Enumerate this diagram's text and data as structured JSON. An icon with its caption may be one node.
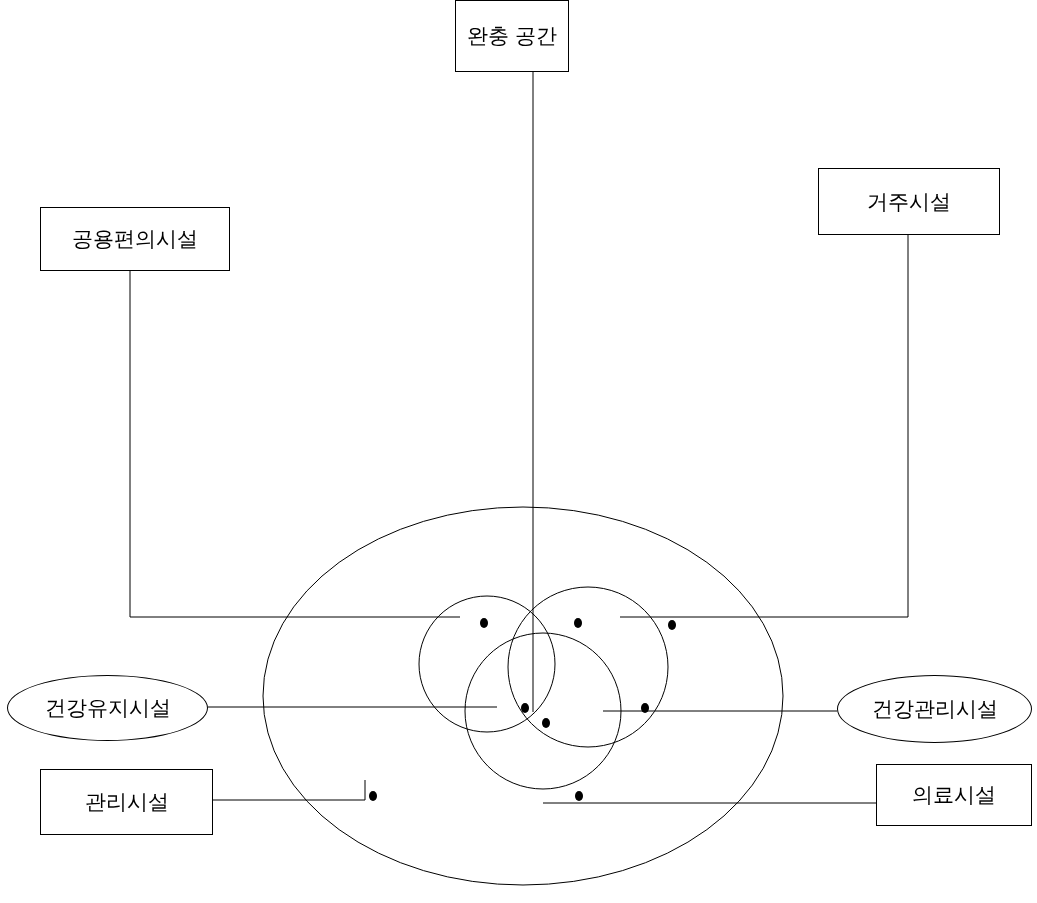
{
  "diagram": {
    "nodes": [
      {
        "text": [
          "완충 공간"
        ]
      },
      {
        "text": [
          "공용편의시설"
        ]
      },
      {
        "text": [
          "거주시설"
        ]
      },
      {
        "text": [
          "건강유지시설"
        ]
      },
      {
        "text": [
          "건강관리시설"
        ]
      },
      {
        "text": [
          "관리시설"
        ]
      },
      {
        "text": [
          "의료시설"
        ]
      }
    ],
    "edges": [
      {
        "from": 0,
        "to": null,
        "arrow": "none"
      },
      {
        "from": 1,
        "to": null,
        "arrow": "none"
      },
      {
        "from": 2,
        "to": null,
        "arrow": "none"
      },
      {
        "from": 3,
        "to": null,
        "arrow": "none"
      },
      {
        "from": 4,
        "to": null,
        "arrow": "none"
      },
      {
        "from": 5,
        "to": null,
        "arrow": "none"
      },
      {
        "from": 6,
        "to": null,
        "arrow": "none"
      }
    ]
  }
}
